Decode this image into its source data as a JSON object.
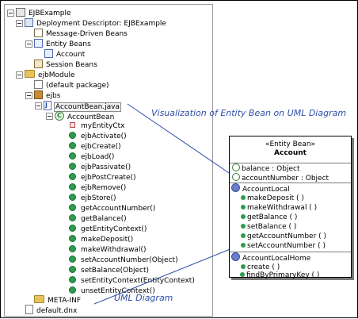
{
  "tree": {
    "items": [
      {
        "label": "EJBExample",
        "icon": "project-icon"
      },
      {
        "label": "Deployment Descriptor: EJBExample",
        "icon": "deployment-descriptor-icon"
      },
      {
        "label": "Message-Driven Beans",
        "icon": "message-driven-beans-icon"
      },
      {
        "label": "Entity Beans",
        "icon": "entity-beans-icon"
      },
      {
        "label": "Account",
        "icon": "entity-bean-icon"
      },
      {
        "label": "Session Beans",
        "icon": "session-beans-icon"
      },
      {
        "label": "ejbModule",
        "icon": "folder-icon"
      },
      {
        "label": "(default package)",
        "icon": "empty-package-icon"
      },
      {
        "label": "ejbs",
        "icon": "package-icon"
      },
      {
        "label": "AccountBean.java",
        "icon": "java-file-icon"
      },
      {
        "label": "AccountBean",
        "icon": "class-icon"
      },
      {
        "label": "myEntityCtx",
        "icon": "field-icon"
      },
      {
        "label": "ejbActivate()",
        "icon": "method-icon"
      },
      {
        "label": "ejbCreate()",
        "icon": "method-icon"
      },
      {
        "label": "ejbLoad()",
        "icon": "method-icon"
      },
      {
        "label": "ejbPassivate()",
        "icon": "method-icon"
      },
      {
        "label": "ejbPostCreate()",
        "icon": "method-icon"
      },
      {
        "label": "ejbRemove()",
        "icon": "method-icon"
      },
      {
        "label": "ejbStore()",
        "icon": "method-icon"
      },
      {
        "label": "getAccountNumber()",
        "icon": "method-icon"
      },
      {
        "label": "getBalance()",
        "icon": "method-icon"
      },
      {
        "label": "getEntityContext()",
        "icon": "method-icon"
      },
      {
        "label": "makeDeposit()",
        "icon": "method-icon"
      },
      {
        "label": "makeWithdrawal()",
        "icon": "method-icon"
      },
      {
        "label": "setAccountNumber(Object)",
        "icon": "method-icon"
      },
      {
        "label": "setBalance(Object)",
        "icon": "method-icon"
      },
      {
        "label": "setEntityContext(EntityContext)",
        "icon": "method-icon"
      },
      {
        "label": "unsetEntityContext()",
        "icon": "method-icon"
      },
      {
        "label": "META-INF",
        "icon": "folder-icon"
      },
      {
        "label": "default.dnx",
        "icon": "dnx-file-icon"
      }
    ]
  },
  "annotations": {
    "visualization": "Visualization of Entity Bean on UML Diagram",
    "uml_diagram": "UML Diagram"
  },
  "uml": {
    "stereotype": "«Entity Bean»",
    "name": "Account",
    "attributes": [
      "balance : Object",
      "accountNumber : Object"
    ],
    "local_section": "AccountLocal",
    "local_methods": [
      "makeDeposit ( )",
      "makeWithdrawal ( )",
      "getBalance ( )",
      "setBalance ( )",
      "getAccountNumber ( )",
      "setAccountNumber ( )"
    ],
    "home_section": "AccountLocalHome",
    "home_methods": [
      "create ( )",
      "findByPrimaryKey ( )"
    ]
  },
  "colors": {
    "annotation_blue": "#2f4fa8",
    "method_green": "#2e9b4d"
  }
}
